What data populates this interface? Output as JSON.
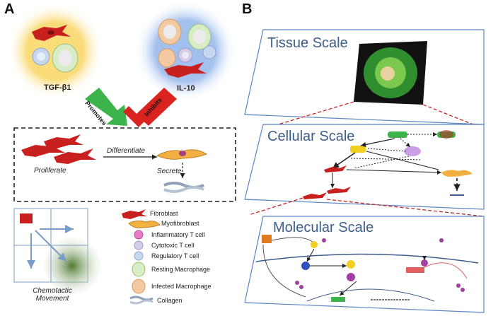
{
  "panels": {
    "a": "A",
    "b": "B"
  },
  "panel_a": {
    "cytokine_left": "TGF-β1",
    "cytokine_right": "IL-10",
    "arrow_promotes": "Promotes",
    "arrow_inhibits": "Inhibits",
    "proliferate": "Proliferate",
    "differentiate": "Differentiate",
    "secrete": "Secrete",
    "chemotactic": [
      "Chemotactic",
      "Movement"
    ]
  },
  "legend": {
    "items": [
      {
        "label": "Fibroblast",
        "icon": "fibroblast-icon"
      },
      {
        "label": "Myofibroblast",
        "icon": "myofibroblast-icon"
      },
      {
        "label": "Inflammatory T cell",
        "icon": "inflammatory-t-cell-icon"
      },
      {
        "label": "Cytotoxic T cell",
        "icon": "cytotoxic-t-cell-icon"
      },
      {
        "label": "Regulatory T cell",
        "icon": "regulatory-t-cell-icon"
      },
      {
        "label": "Resting Macrophage",
        "icon": "resting-macrophage-icon"
      },
      {
        "label": "Infected Macrophage",
        "icon": "infected-macrophage-icon"
      },
      {
        "label": "Collagen",
        "icon": "collagen-icon"
      }
    ]
  },
  "panel_b": {
    "tissue": "Tissue Scale",
    "cellular": "Cellular Scale",
    "molecular": "Molecular Scale"
  },
  "colors": {
    "tgf_glow": "#f7c948",
    "il10_glow": "#7aa6e8",
    "promotes_arrow": "#3cb44b",
    "inhibits_arrow": "#d9231f",
    "fibroblast": "#c8201e",
    "scale_border": "#5b84c4",
    "connector": "#cc2222"
  }
}
